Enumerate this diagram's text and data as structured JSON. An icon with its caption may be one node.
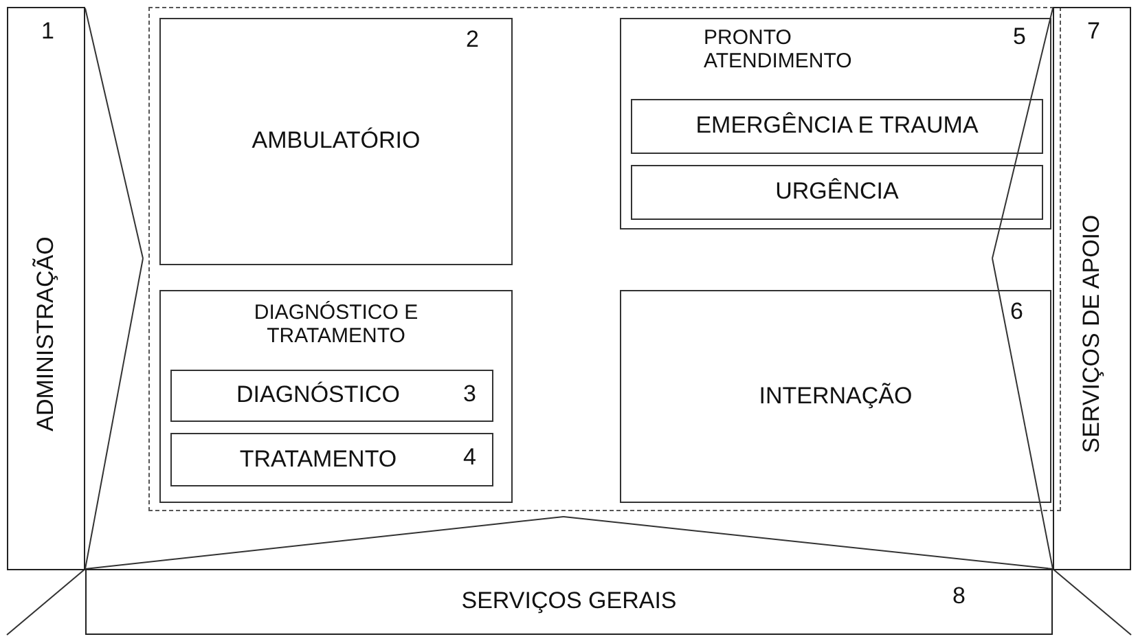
{
  "diagram": {
    "nodes": [
      {
        "text": [
          "1",
          "ADMINISTRAÇÃO"
        ]
      },
      {
        "text": [],
        "shape": "box"
      },
      {
        "text": [
          "2",
          "AMBULATÓRIO"
        ],
        "in": 1
      },
      {
        "text": [
          "DIAGNÓSTICO E TRATAMENTO"
        ],
        "in": 1
      },
      {
        "text": [
          "DIAGNÓSTICO",
          "3"
        ],
        "in": 3
      },
      {
        "text": [
          "TRATAMENTO",
          "4"
        ],
        "in": 3
      },
      {
        "text": [
          "PRONTO ATENDIMENTO",
          "5"
        ],
        "in": 1
      },
      {
        "text": [
          "EMERGÊNCIA E TRAUMA"
        ],
        "in": 6
      },
      {
        "text": [
          "URGÊNCIA"
        ],
        "in": 6
      },
      {
        "text": [
          "6",
          "INTERNAÇÃO"
        ],
        "in": 1
      },
      {
        "text": [
          "7",
          "SERVIÇOS DE APOIO"
        ]
      },
      {
        "text": [
          "SERVIÇOS GERAIS",
          "8"
        ]
      }
    ],
    "edges": []
  }
}
